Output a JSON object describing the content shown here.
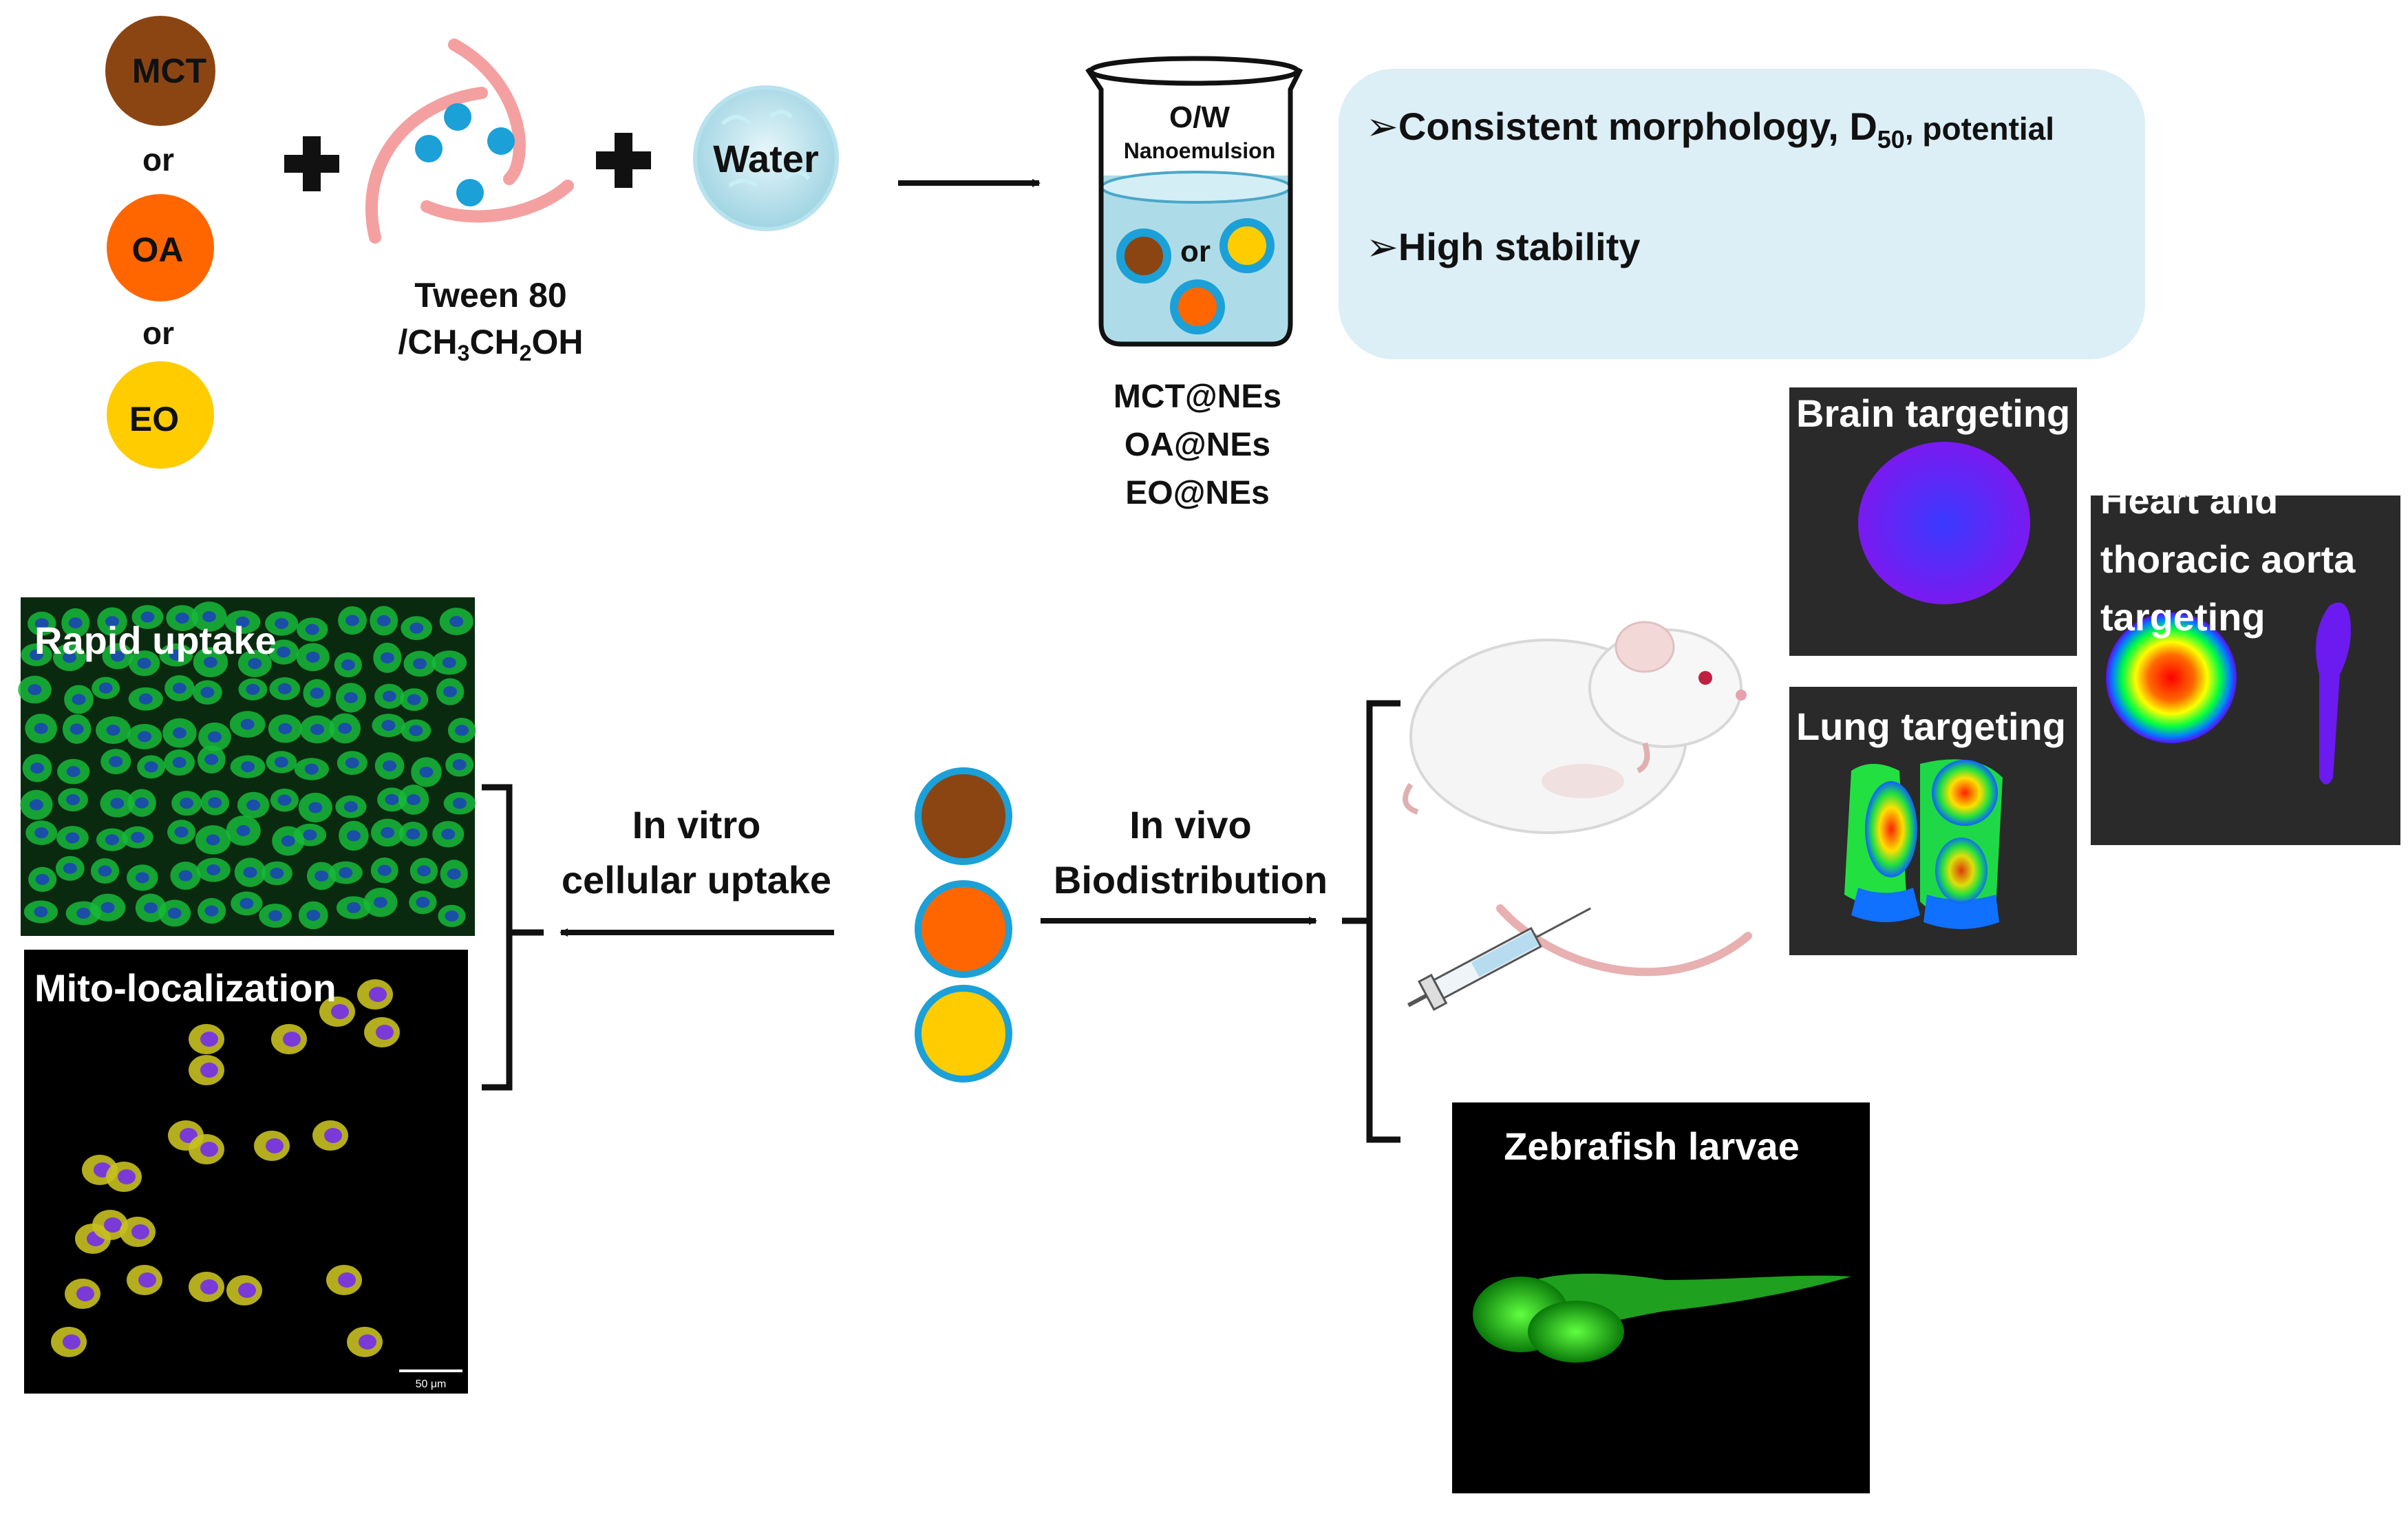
{
  "oils": [
    {
      "label": "MCT",
      "color": "#8B4513"
    },
    {
      "label": "OA",
      "color": "#FF6600"
    },
    {
      "label": "EO",
      "color": "#FFCC00"
    }
  ],
  "or_text": "or",
  "tween": {
    "line1": "Tween 80",
    "line2_prefix": "/CH",
    "sub1": "3",
    "mid": "CH",
    "sub2": "2",
    "suffix": "OH"
  },
  "water_label": "Water",
  "beaker": {
    "title": "O/W",
    "subtitle": "Nanoemulsion",
    "or_text": "or"
  },
  "products": [
    "MCT@NEs",
    "OA@NEs",
    "EO@NEs"
  ],
  "properties": {
    "item1_main": "Consistent morphology, D",
    "item1_sub": "50",
    "item1_tail": ", potential",
    "item2": "High stability",
    "bg_color": "#DCEEF6"
  },
  "in_vitro": {
    "line1": "In vitro",
    "line2": "cellular uptake"
  },
  "in_vivo": {
    "line1": "In vivo",
    "line2": "Biodistribution"
  },
  "cell_panels": {
    "uptake": "Rapid uptake",
    "mito": "Mito-localization",
    "scale": "50 μm"
  },
  "organ_panels": {
    "brain": "Brain targeting",
    "lung": "Lung targeting",
    "heart_line1": "Heart and",
    "heart_line2": "thoracic aorta",
    "heart_line3": "targeting"
  },
  "zebrafish": "Zebrafish larvae",
  "colors": {
    "droplet_ring": "#1BA0D8",
    "dot_blue": "#1BA0D8",
    "arc_pink": "#F4A0A0"
  }
}
